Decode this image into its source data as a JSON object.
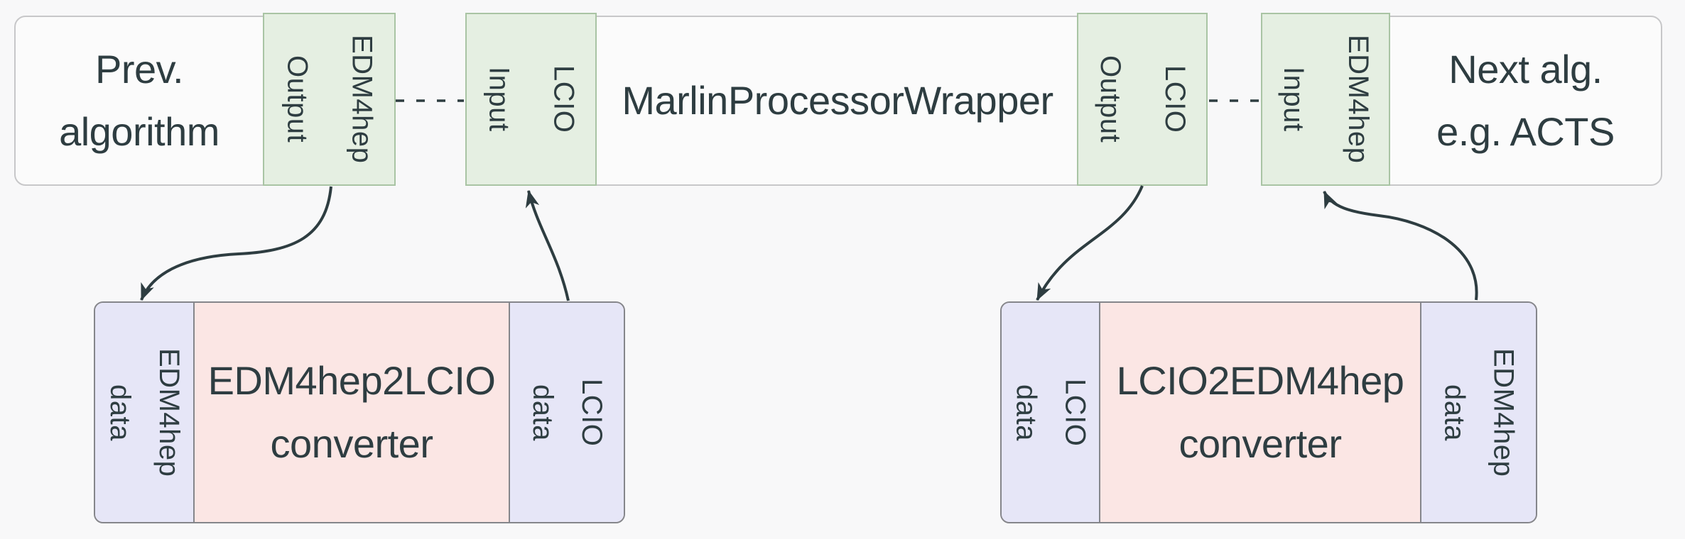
{
  "colors": {
    "bg": "#f8f8f9",
    "ink": "#2e3d41",
    "node-fill": "#fbfbfb",
    "node-border": "#c7c7c9",
    "green-fill": "#e5efe2",
    "green-border": "#a9c4a4",
    "lavender-fill": "#e6e6f7",
    "pink-fill": "#fbe6e4",
    "conv-border": "#85868b",
    "edge": "#2e3d41"
  },
  "nodes": {
    "prev": {
      "line1": "Prev.",
      "line2": "algorithm",
      "out_port": "Output",
      "out_type": "EDM4hep"
    },
    "marlin": {
      "title": "MarlinProcessorWrapper",
      "in_port": "Input",
      "in_type": "LCIO",
      "out_port": "Output",
      "out_type": "LCIO"
    },
    "next": {
      "line1": "Next alg.",
      "line2": "e.g. ACTS",
      "in_port": "Input",
      "in_type": "EDM4hep"
    },
    "converter1": {
      "line1": "EDM4hep2LCIO",
      "line2": "converter",
      "left_word": "data",
      "left_type": "EDM4hep",
      "right_word": "data",
      "right_type": "LCIO"
    },
    "converter2": {
      "line1": "LCIO2EDM4hep",
      "line2": "converter",
      "left_word": "data",
      "left_type": "LCIO",
      "right_word": "data",
      "right_type": "EDM4hep"
    }
  }
}
